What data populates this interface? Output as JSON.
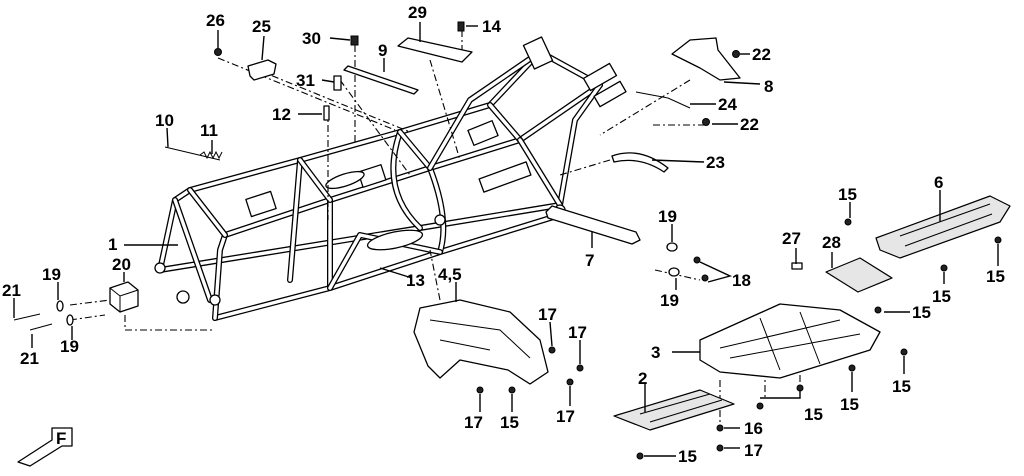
{
  "diagram": {
    "callouts": {
      "c1": "1",
      "c2": "2",
      "c3": "3",
      "c4_5": "4,5",
      "c6": "6",
      "c7": "7",
      "c8": "8",
      "c9": "9",
      "c10": "10",
      "c11": "11",
      "c12": "12",
      "c13": "13",
      "c14": "14",
      "c15a": "15",
      "c15b": "15",
      "c15c": "15",
      "c15d": "15",
      "c15e": "15",
      "c15f": "15",
      "c15g": "15",
      "c15h": "15",
      "c16": "16",
      "c17a": "17",
      "c17b": "17",
      "c17c": "17",
      "c17d": "17",
      "c17e": "17",
      "c18": "18",
      "c19a": "19",
      "c19b": "19",
      "c19c": "19",
      "c19d": "19",
      "c20": "20",
      "c21a": "21",
      "c21b": "21",
      "c22a": "22",
      "c22b": "22",
      "c23": "23",
      "c24": "24",
      "c25": "25",
      "c26": "26",
      "c27": "27",
      "c28": "28",
      "c29": "29",
      "c30": "30",
      "c31": "31"
    },
    "front_marker_letter": "F",
    "colors": {
      "ink": "#000000",
      "paper": "#ffffff",
      "shade": "#e6e6e6"
    }
  }
}
